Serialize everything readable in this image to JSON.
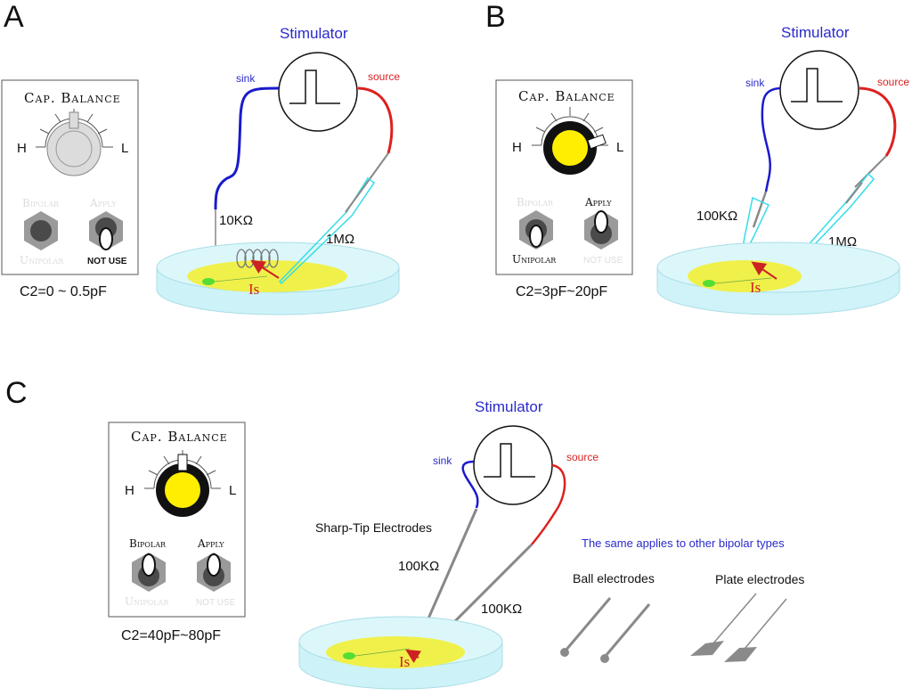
{
  "panels": [
    {
      "letter": "A",
      "stimulator": {
        "title": "Stimulator",
        "sink_label": "sink",
        "source_label": "source"
      },
      "cap_box": {
        "title": "Cap. Balance",
        "high_label": "H",
        "low_label": "L",
        "knob_style": "gray",
        "knob_position": "middle",
        "switch_left": {
          "top_label": "Bipolar",
          "bottom_label": "Unipolar",
          "state": "off"
        },
        "switch_right": {
          "top_label": "Apply",
          "bottom_label": "NOT USE",
          "state": "not-use"
        }
      },
      "capacitance": "C2=0 ~ 0.5pF",
      "sink_electrode": {
        "type": "coil",
        "resistance": "10KΩ"
      },
      "source_electrode": {
        "type": "micropipette",
        "resistance": "1MΩ"
      },
      "current_label": "Is"
    },
    {
      "letter": "B",
      "stimulator": {
        "title": "Stimulator",
        "sink_label": "sink",
        "source_label": "source"
      },
      "cap_box": {
        "title": "Cap. Balance",
        "high_label": "H",
        "low_label": "L",
        "knob_style": "yellow",
        "knob_position": "near-L",
        "switch_left": {
          "top_label": "Bipolar",
          "bottom_label": "Unipolar",
          "state": "unipolar"
        },
        "switch_right": {
          "top_label": "Apply",
          "bottom_label": "NOT USE",
          "state": "apply"
        }
      },
      "capacitance": "C2=3pF~20pF",
      "sink_electrode": {
        "type": "pipette",
        "resistance": "100KΩ"
      },
      "source_electrode": {
        "type": "micropipette",
        "resistance": "1MΩ"
      },
      "current_label": "Is"
    },
    {
      "letter": "C",
      "stimulator": {
        "title": "Stimulator",
        "sink_label": "sink",
        "source_label": "source"
      },
      "cap_box": {
        "title": "Cap. Balance",
        "high_label": "H",
        "low_label": "L",
        "knob_style": "yellow",
        "knob_position": "middle",
        "switch_left": {
          "top_label": "Bipolar",
          "bottom_label": "Unipolar",
          "state": "bipolar"
        },
        "switch_right": {
          "top_label": "Apply",
          "bottom_label": "NOT USE",
          "state": "apply"
        }
      },
      "capacitance": "C2=40pF~80pF",
      "electrode_type_label": "Sharp-Tip Electrodes",
      "sink_electrode": {
        "type": "sharp-tip",
        "resistance": "100KΩ"
      },
      "source_electrode": {
        "type": "sharp-tip",
        "resistance": "100KΩ"
      },
      "current_label": "Is",
      "note": "The same applies to other bipolar types",
      "other_types": [
        "Ball electrodes",
        "Plate electrodes"
      ]
    }
  ],
  "colors": {
    "sink_wire": "#1a1acc",
    "source_wire": "#dd2020",
    "pipette": "#33dde8",
    "electrode_gray": "#888888",
    "dish": "#cdf3f8",
    "tissue": "#f0f04a",
    "cell": "#55dd33",
    "knob_yellow": "#ffee00",
    "current_arrow": "#cc2222"
  }
}
